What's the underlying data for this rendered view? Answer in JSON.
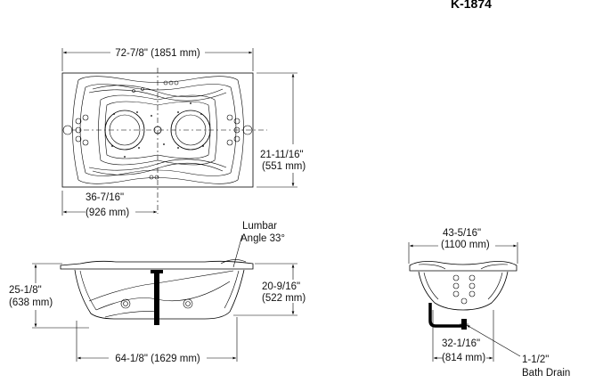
{
  "model_number": "K-1874",
  "top_view": {
    "overall_length": "72-7/8\" (1851 mm)",
    "overall_depth_l1": "21-11/16\"",
    "overall_depth_l2": "(551 mm)",
    "drain_offset_l1": "36-7/16\"",
    "drain_offset_l2": "(926 mm)"
  },
  "side_view": {
    "lumbar_l1": "Lumbar",
    "lumbar_l2": "Angle 33°",
    "height_l1": "25-1/8\"",
    "height_l2": "(638 mm)",
    "inner_depth_l1": "20-9/16\"",
    "inner_depth_l2": "(522 mm)",
    "bottom_length": "64-1/8\" (1629 mm)"
  },
  "end_view": {
    "width_l1": "43-5/16\"",
    "width_l2": "(1100 mm)",
    "bottom_width_l1": "32-1/16\"",
    "bottom_width_l2": "(814 mm)",
    "drain_l1": "1-1/2\"",
    "drain_l2": "Bath Drain"
  }
}
